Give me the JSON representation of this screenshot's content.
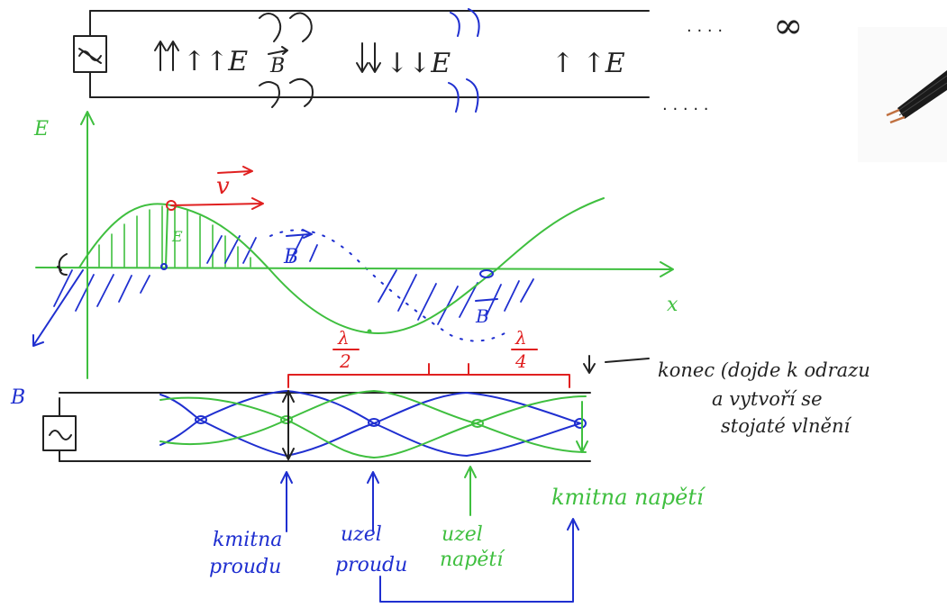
{
  "top_line": {
    "field_labels": [
      "↑↑E",
      "↓↓E",
      "↑ ↑E"
    ],
    "b_label": "B",
    "dots_upper": ". . . .",
    "infinity": "∞",
    "dots_lower": ". . . . ."
  },
  "graph": {
    "y_axis_label": "E",
    "x_axis_label": "x",
    "b_axis_label": "B",
    "v_label": "v",
    "e_vec_label": "E",
    "b_vec_label": "B",
    "b_vec_label2": "B"
  },
  "standing": {
    "half_lambda_num": "λ",
    "half_lambda_den": "2",
    "quarter_lambda_num": "λ",
    "quarter_lambda_den": "4"
  },
  "notes": {
    "end_note_line1": "konec (dojde k odrazu",
    "end_note_line2": "a vytvoří se",
    "end_note_line3": "stojaté vlnění",
    "antinode_voltage": "kmitna napětí",
    "antinode_current_1": "kmitna",
    "antinode_current_2": "proudu",
    "node_current_1": "uzel",
    "node_current_2": "proudu",
    "node_voltage_1": "uzel",
    "node_voltage_2": "napětí"
  },
  "colors": {
    "black": "#222222",
    "green": "#3fbf3f",
    "blue": "#1f2fd0",
    "red": "#e02020"
  }
}
